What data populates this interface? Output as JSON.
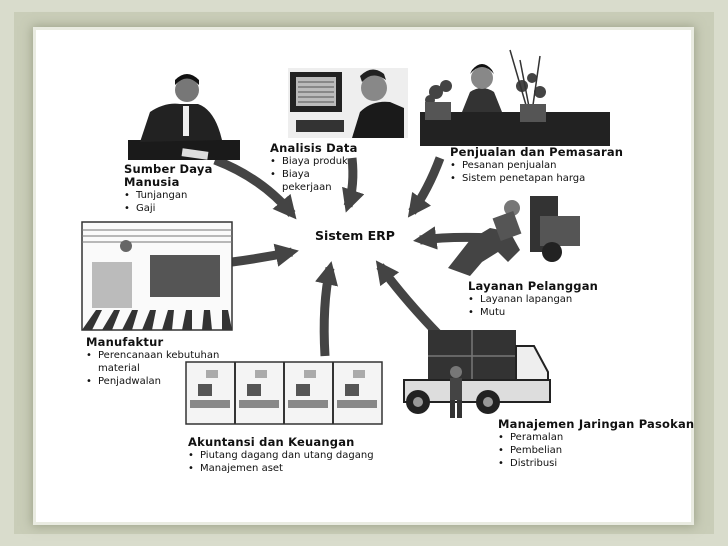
{
  "center": "Sistem ERP",
  "modules": {
    "sdm": {
      "title": [
        "Sumber Daya",
        "Manusia"
      ],
      "items": [
        "Tunjangan",
        "Gaji"
      ]
    },
    "analisis": {
      "title": [
        "Analisis Data"
      ],
      "items": [
        "Biaya produk",
        "Biaya",
        "pekerjaan"
      ]
    },
    "penjualan": {
      "title": [
        "Penjualan dan Pemasaran"
      ],
      "items": [
        "Pesanan penjualan",
        "Sistem penetapan harga"
      ]
    },
    "layanan": {
      "title": [
        "Layanan Pelanggan"
      ],
      "items": [
        "Layanan lapangan",
        "Mutu"
      ]
    },
    "manufaktur": {
      "title": [
        "Manufaktur"
      ],
      "items": [
        "Perencanaan kebutuhan",
        "material",
        "Penjadwalan"
      ]
    },
    "akuntansi": {
      "title": [
        "Akuntansi dan Keuangan"
      ],
      "items": [
        "Piutang dagang dan utang dagang",
        "Manajemen aset"
      ]
    },
    "jaringan": {
      "title": [
        "Manajemen Jaringan Pasokan"
      ],
      "items": [
        "Peramalan",
        "Pembelian",
        "Distribusi"
      ]
    }
  }
}
